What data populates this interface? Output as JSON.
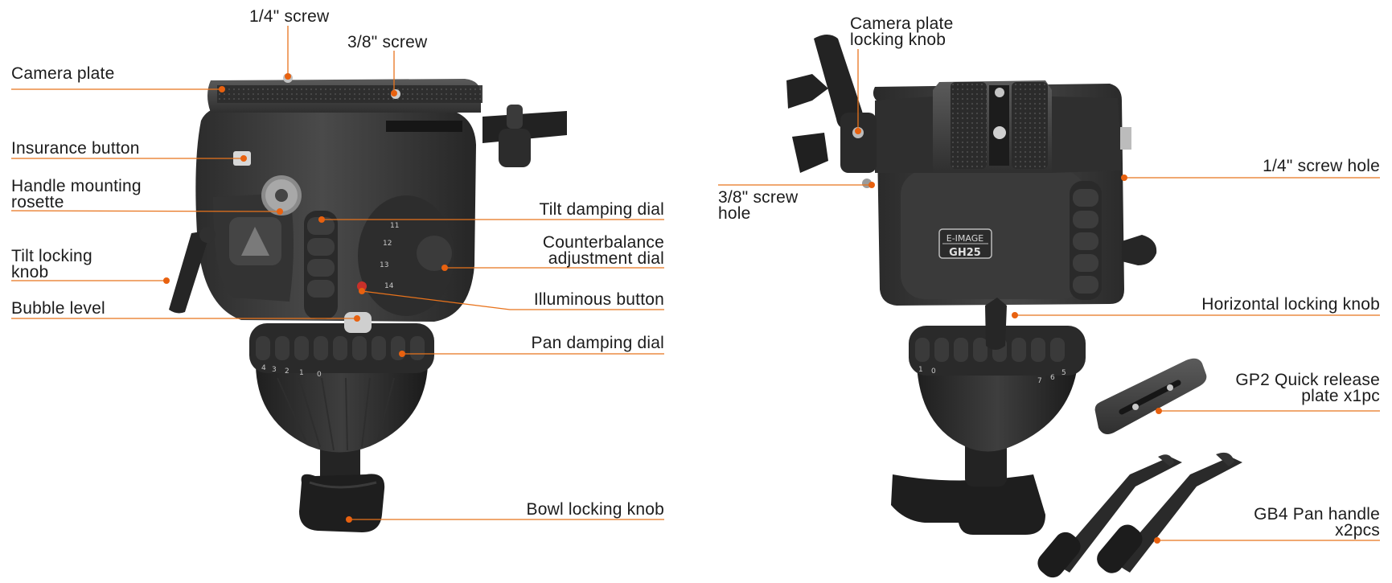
{
  "colors": {
    "leader": "#e8731c",
    "dot": "#e8610f",
    "text": "#1c1c1c",
    "body_dark": "#2a2a2a",
    "body_mid": "#3b3b3b",
    "body_light": "#565656",
    "rubber": "#1d1d1d"
  },
  "left_view": {
    "labels": {
      "screw_quarter": "1/4\" screw",
      "screw_three_eighths": "3/8\" screw",
      "camera_plate": "Camera plate",
      "insurance_button": "Insurance button",
      "handle_rosette_1": "Handle mounting",
      "handle_rosette_2": "rosette",
      "tilt_locking_1": "Tilt locking",
      "tilt_locking_2": "knob",
      "bubble_level": "Bubble level",
      "tilt_damping": "Tilt damping dial",
      "counterbalance_1": "Counterbalance",
      "counterbalance_2": "adjustment dial",
      "illuminous_button": "Illuminous button",
      "pan_damping": "Pan damping dial",
      "bowl_locking": "Bowl locking knob"
    },
    "scale_digits": [
      "4",
      "3",
      "2",
      "1",
      "0"
    ],
    "tilt_digits": [
      "13",
      "12",
      "11",
      "14"
    ]
  },
  "right_view": {
    "labels": {
      "camera_plate_lock_1": "Camera plate",
      "camera_plate_lock_2": "locking knob",
      "screw_hole_38_1": "3/8\" screw",
      "screw_hole_38_2": "hole",
      "screw_hole_14": "1/4\" screw hole",
      "horizontal_locking": "Horizontal locking knob",
      "gp2_1": "GP2 Quick release",
      "gp2_2": "plate   x1pc",
      "gb4_1": "GB4 Pan handle",
      "gb4_2": "x2pcs"
    },
    "badge_brand": "E-IMAGE",
    "badge_model": "GH25",
    "scale_digits": [
      "1",
      "0",
      "7",
      "6",
      "5"
    ]
  }
}
